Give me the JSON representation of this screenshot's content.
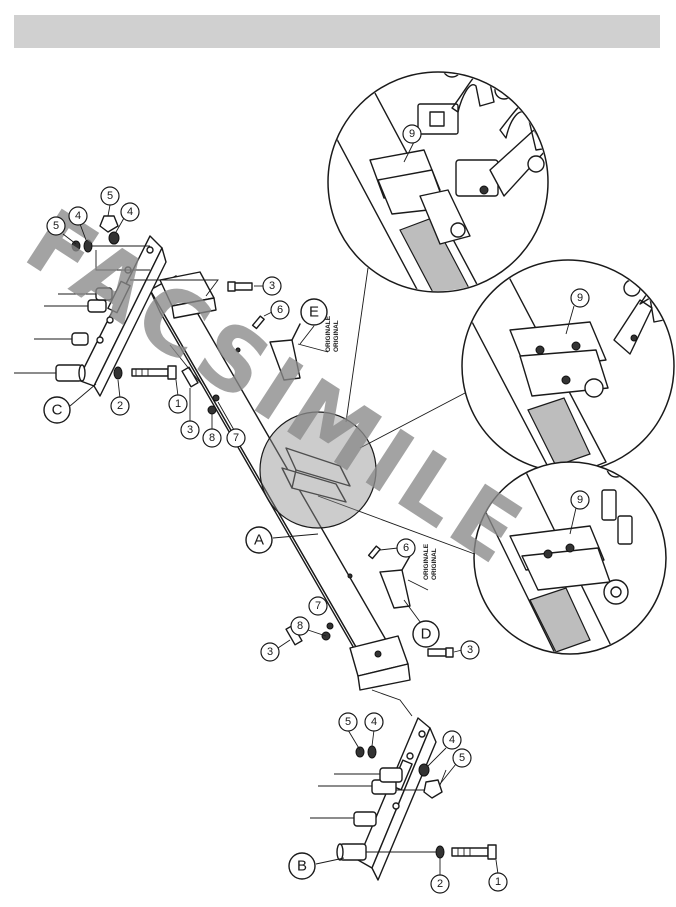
{
  "header": {
    "title": ""
  },
  "watermark": "FACSIMILE",
  "labels": {
    "assembly_a": "A",
    "assembly_b": "B",
    "assembly_c": "C",
    "assembly_d": "D",
    "assembly_e": "E",
    "original_line1": "ORIGINALE",
    "original_line2": "ORIGINAL"
  },
  "callouts": {
    "bolt": "1",
    "washer": "2",
    "screw": "3",
    "lock_washer": "4",
    "nut": "5",
    "small_screw": "6",
    "clip": "7",
    "small_nut": "8",
    "ball_bracket": "9"
  },
  "colors": {
    "header_bar": "#d0d0d0",
    "line": "#1a1a1a",
    "watermark": "#8a8a8a",
    "detail_fill": "#bdbdbd"
  }
}
